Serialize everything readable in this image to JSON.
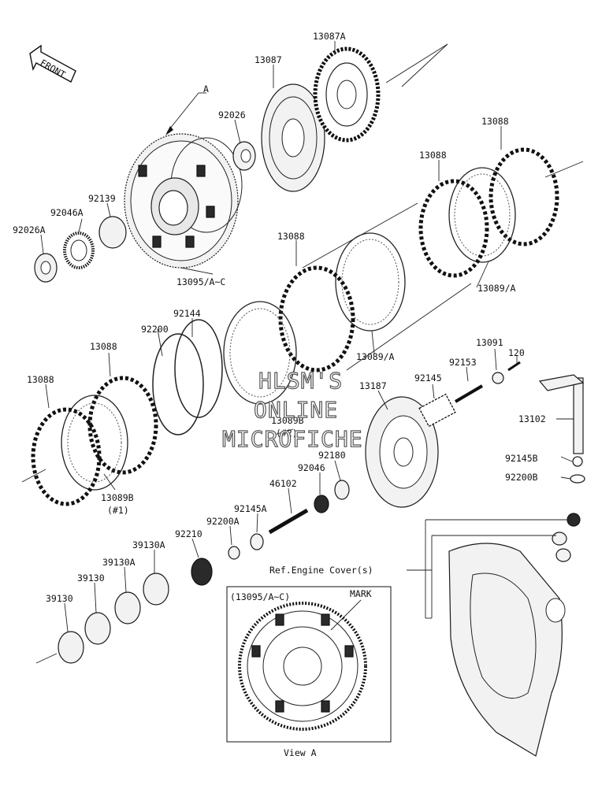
{
  "front_label": "FRONT",
  "callout_a": "A",
  "labels": {
    "p13087A": "13087A",
    "p13087": "13087",
    "p92026": "92026",
    "p13088_a": "13088",
    "p13088_b": "13088",
    "p92139": "92139",
    "p92046A": "92046A",
    "p92026A": "92026A",
    "p13095": "13095/A~C",
    "p13088_c": "13088",
    "p13089A_a": "13089/A",
    "p13089A_b": "13089/A",
    "p92144": "92144",
    "p92200": "92200",
    "p13088_d": "13088",
    "p13088_e": "13088",
    "p120": "120",
    "p13091": "13091",
    "p92153": "92153",
    "p92145": "92145",
    "p13187": "13187",
    "p13102": "13102",
    "p13089B2": "13089B",
    "p13089B2_note": "(#2)",
    "p92180": "92180",
    "p92046": "92046",
    "p46102": "46102",
    "p92145B": "92145B",
    "p92200B": "92200B",
    "p13089B1": "13089B",
    "p13089B1_note": "(#1)",
    "p92145A": "92145A",
    "p92200A": "92200A",
    "p92210": "92210",
    "p39130A_a": "39130A",
    "p39130A_b": "39130A",
    "p39130_a": "39130",
    "p39130_b": "39130",
    "ref_cover": "Ref.Engine Cover(s)"
  },
  "view_a": {
    "part": "(13095/A~C)",
    "mark": "MARK",
    "caption": "View A"
  },
  "watermark": [
    "HLSM'S",
    "ONLINE",
    "MICROFICHE"
  ]
}
